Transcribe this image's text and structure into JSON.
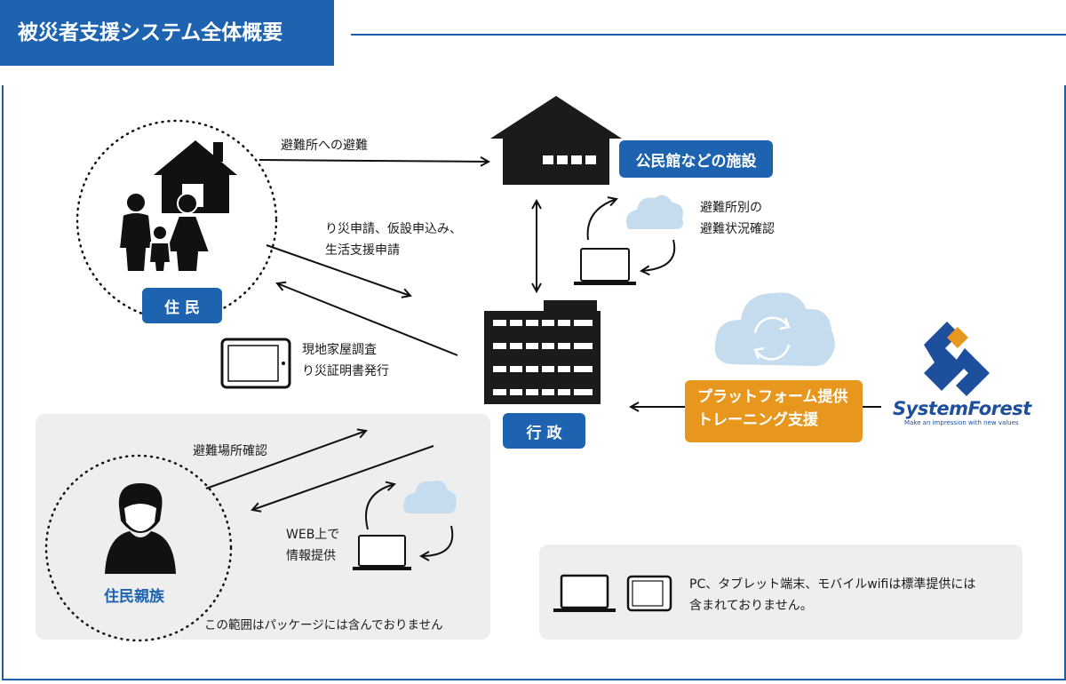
{
  "title": "被災者支援システム全体概要",
  "labels": {
    "facility": "公民館などの施設",
    "residents": "住 民",
    "government": "行 政",
    "relatives": "住民親族",
    "platform_line1": "プラットフォーム提供",
    "platform_line2": "トレーニング支援"
  },
  "arrows": {
    "evacuation": "避難所への避難",
    "apply_line1": "り災申請、仮設申込み、",
    "apply_line2": "生活支援申請",
    "survey_line1": "現地家屋調査",
    "survey_line2": "り災証明書発行",
    "status_line1": "避難所別の",
    "status_line2": "避難状況確認",
    "confirm_location": "避難場所確認",
    "web_line1": "WEB上で",
    "web_line2": "情報提供"
  },
  "notes": {
    "package_scope": "この範囲はパッケージには含んでおりません",
    "devices_line1": "PC、タブレット端末、モバイルwifiは標準提供には",
    "devices_line2": "含まれておりません。"
  },
  "logo": {
    "name": "SystemForest",
    "tagline": "Make an impression with new values"
  },
  "colors": {
    "brand_blue": "#1e63b0",
    "orange": "#e8971e",
    "cloud": "#c5dcef",
    "grey_panel": "#eeeeee"
  }
}
